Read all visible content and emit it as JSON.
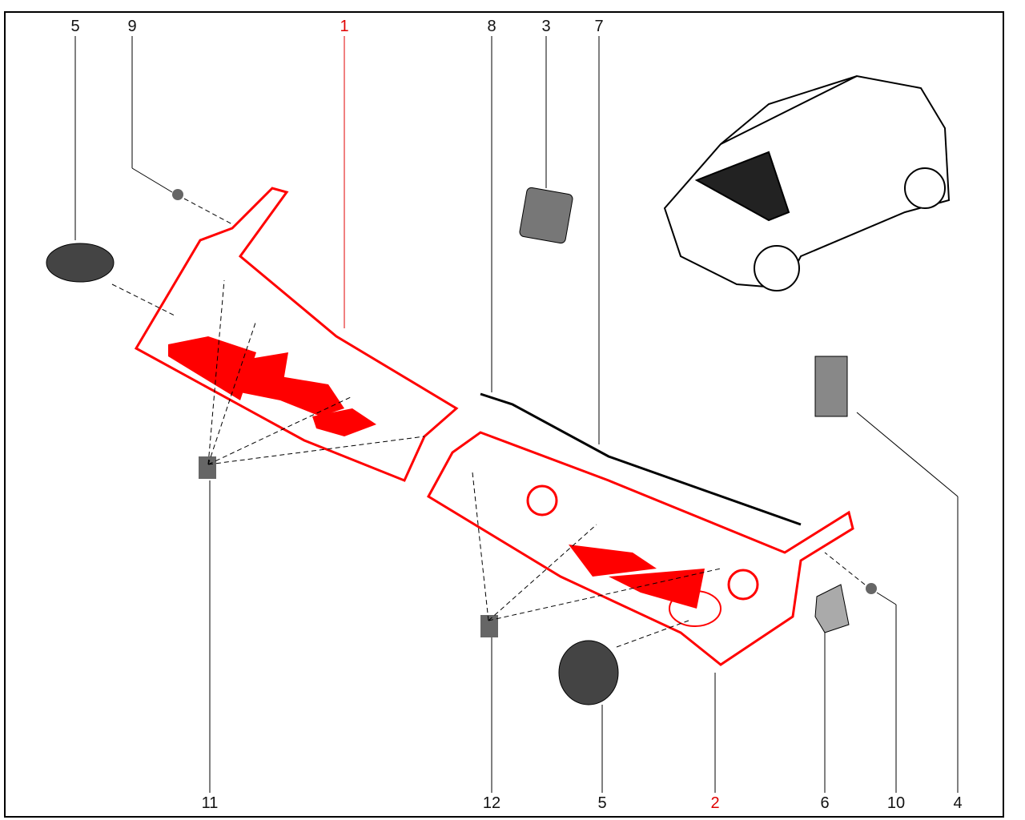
{
  "callouts_top": [
    {
      "id": "5",
      "highlight": false
    },
    {
      "id": "9",
      "highlight": false
    },
    {
      "id": "1",
      "highlight": true
    },
    {
      "id": "8",
      "highlight": false
    },
    {
      "id": "3",
      "highlight": false
    },
    {
      "id": "7",
      "highlight": false
    }
  ],
  "callouts_bottom": [
    {
      "id": "11",
      "highlight": false
    },
    {
      "id": "12",
      "highlight": false
    },
    {
      "id": "5",
      "highlight": false
    },
    {
      "id": "2",
      "highlight": true
    },
    {
      "id": "6",
      "highlight": false
    },
    {
      "id": "10",
      "highlight": false
    },
    {
      "id": "4",
      "highlight": false
    }
  ],
  "colors": {
    "highlight": "#ff0000",
    "line": "#000000"
  }
}
